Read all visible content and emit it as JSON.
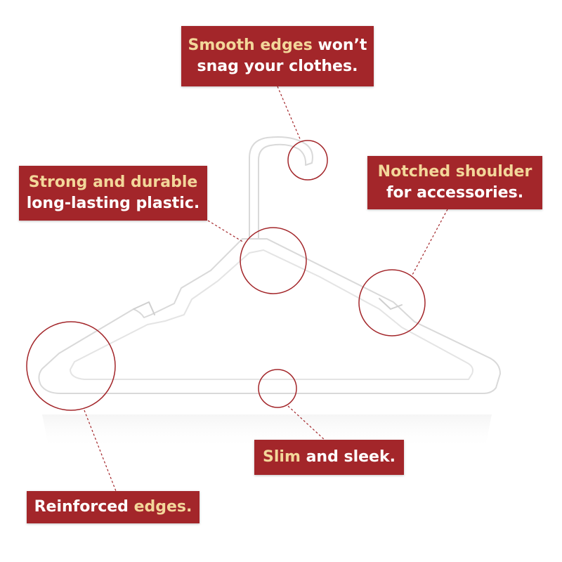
{
  "colors": {
    "label_background": "#a3262a",
    "label_text": "#ffffff",
    "label_highlight": "#f3d79a",
    "hanger": "#ffffff",
    "callout_line": "#a3262a"
  },
  "callouts": {
    "smooth": {
      "highlight": "Smooth edges",
      "rest_line1": " won’t",
      "line2": "snag your clothes."
    },
    "strong": {
      "highlight": "Strong and durable",
      "line2": "long-lasting plastic."
    },
    "notched": {
      "highlight": "Notched shoulder",
      "line2": "for accessories."
    },
    "slim": {
      "highlight": "Slim",
      "rest": " and sleek."
    },
    "reinforced": {
      "rest": "Reinforced ",
      "highlight": "edges."
    }
  }
}
